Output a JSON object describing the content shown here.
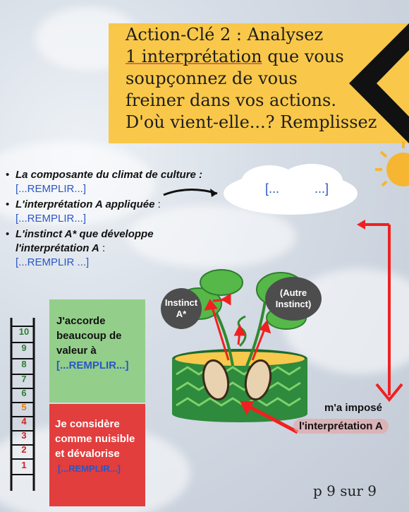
{
  "banner": {
    "line1": "Action-Clé 2 : Analysez",
    "line2a": "1 interprétation",
    "line2b": " que vous",
    "line3": "soupçonnez de vous",
    "line4": "freiner dans vos actions.",
    "line5": "D'où vient-elle...? Remplissez"
  },
  "bullets": {
    "b1_label": "La composante du climat de culture",
    "b1_sep": " : ",
    "b1_fill": "[...REMPLIR...]",
    "b2_label": "L'interprétation A appliquée",
    "b2_sep": " :",
    "b2_fill": "[...REMPLIR...]",
    "b3_label": "L'instinct  A* que développe l'interprétation A",
    "b3_sep": " :",
    "b3_fill": "[...REMPLIR ...]"
  },
  "cloud": {
    "left": "[...",
    "right": "...]"
  },
  "ladder": [
    "10",
    "9",
    "8",
    "7",
    "6",
    "5",
    "4",
    "3",
    "2",
    "1"
  ],
  "ladder_colors": {
    "green": "#2e7d32",
    "orange": "#e07b1a",
    "red": "#d32020"
  },
  "green_box": {
    "text": "J'accorde beaucoup de valeur à",
    "fill": "[...REMPLIR...]"
  },
  "red_box": {
    "text": "Je considère comme nuisible et dévalorise",
    "fill": "[...REMPLIR...]"
  },
  "plant": {
    "left_bubble_line1": "Instinct",
    "left_bubble_line2": "A*",
    "right_bubble_line1": "(Autre",
    "right_bubble_line2": "Instinct)"
  },
  "labels": {
    "imposed": "m'a imposé",
    "interp": "l'interprétation A"
  },
  "page": "p 9 sur 9",
  "colors": {
    "banner": "#f9c84a",
    "accent_blue": "#2a56c6",
    "arrow_red": "#f02020",
    "green_box": "#93cf8a",
    "red_box": "#e23e3e"
  }
}
